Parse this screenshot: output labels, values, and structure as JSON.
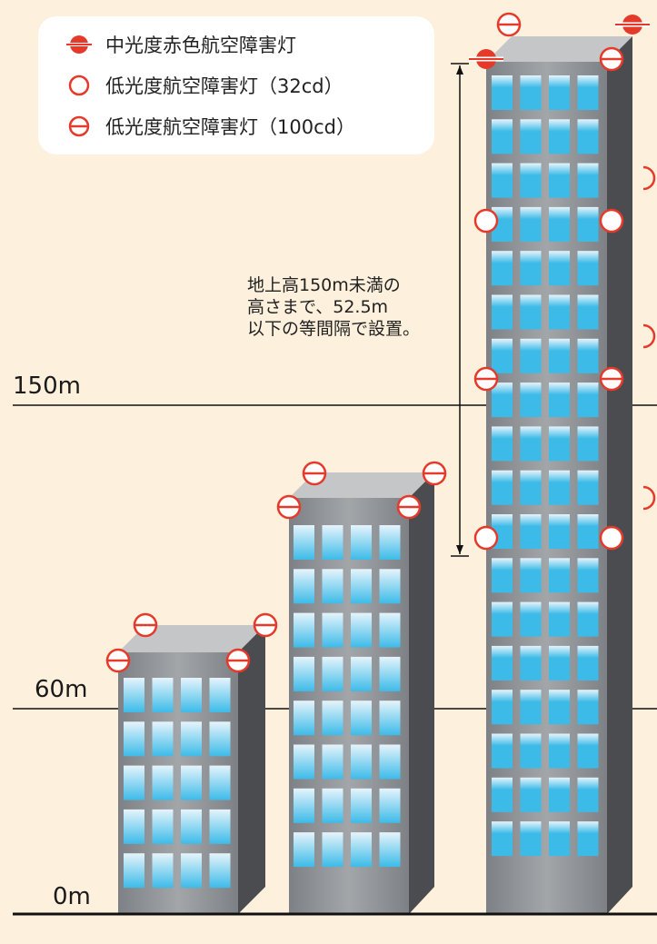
{
  "legend": {
    "items": [
      {
        "label": "中光度赤色航空障害灯",
        "icon": "medium-red-light-icon"
      },
      {
        "label": "低光度航空障害灯（32cd）",
        "icon": "low-light-32cd-icon"
      },
      {
        "label": "低光度航空障害灯（100cd）",
        "icon": "low-light-100cd-icon"
      }
    ]
  },
  "heights": {
    "h150": "150m",
    "h60": "60m",
    "h0": "0m"
  },
  "note": {
    "lines": [
      "地上高150m未満の",
      "高さまで、52.5m",
      "以下の等間隔で設置。"
    ]
  },
  "colors": {
    "background": "#fdf0dc",
    "light_red": "#e53a2a",
    "building_front": "#8f9396",
    "building_side": "#4b4c4f",
    "building_top": "#c4c6c8",
    "window": "#3dbbe8"
  }
}
